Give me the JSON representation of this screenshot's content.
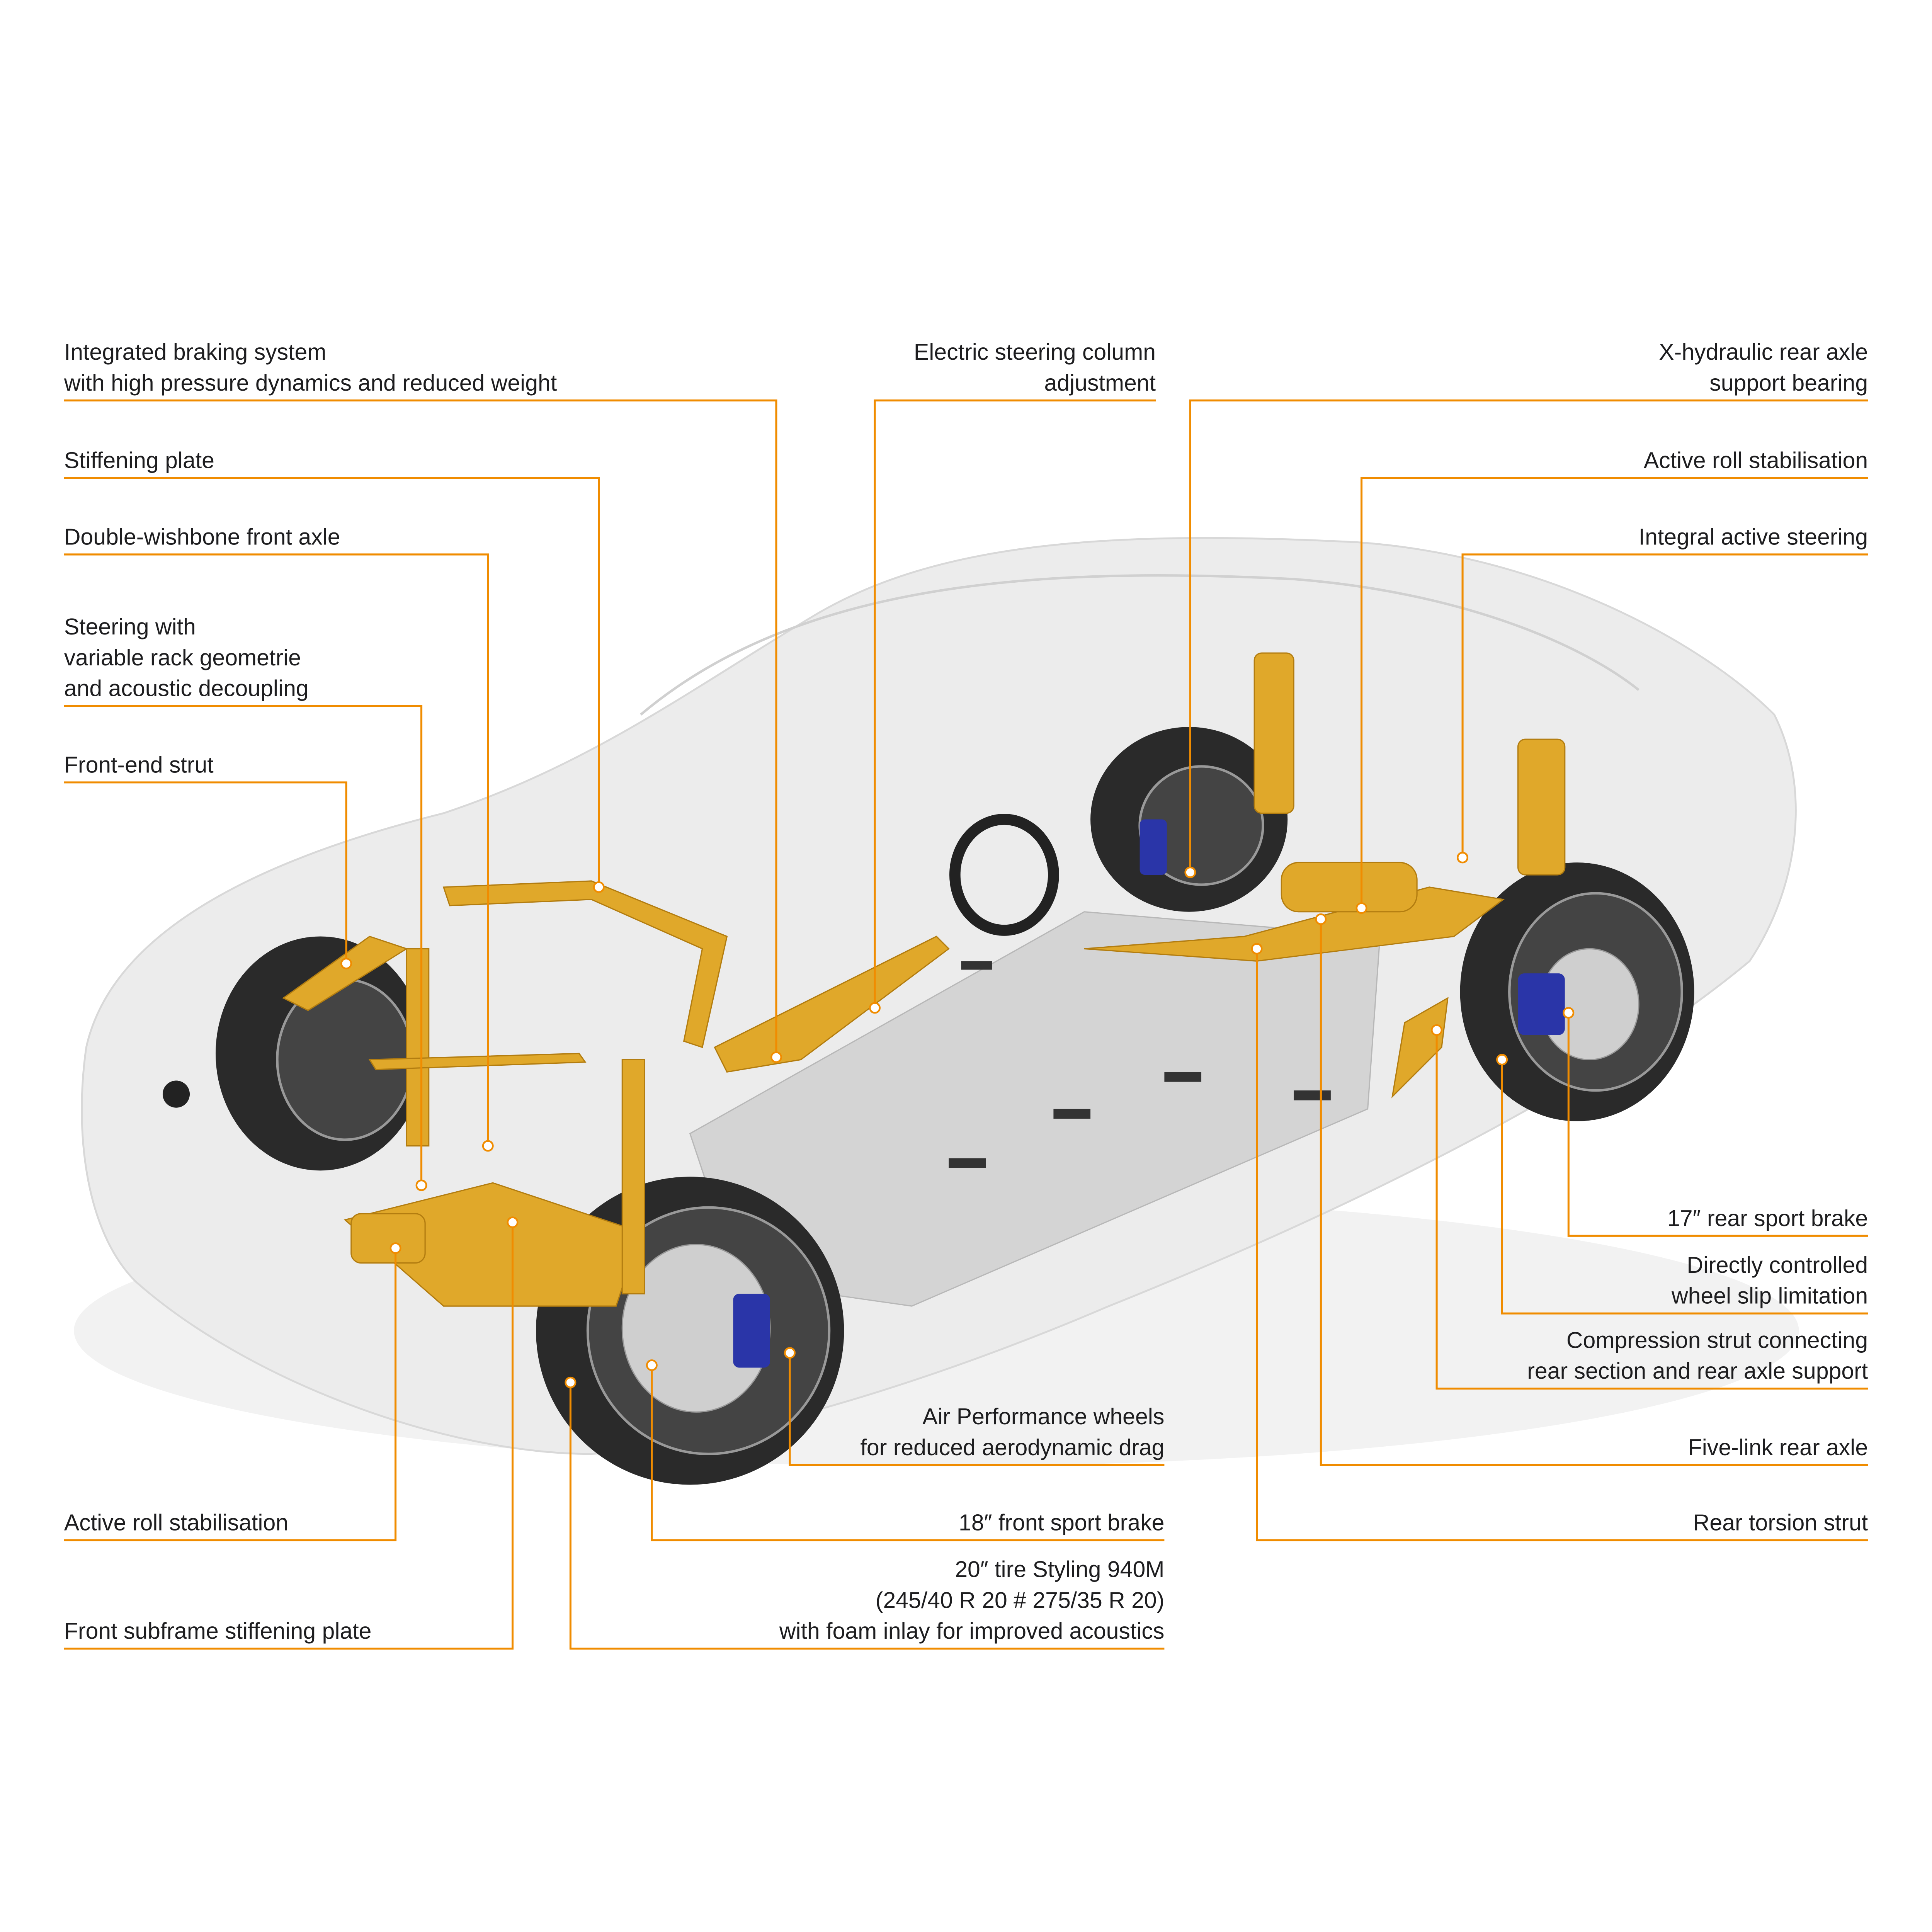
{
  "colors": {
    "leader": "#f08c00",
    "text": "#1d1d1f",
    "component": "#e0a82a",
    "caliper": "#2a35a8"
  },
  "labels": {
    "integrated_braking": [
      "Integrated braking system",
      "with high pressure dynamics and reduced weight"
    ],
    "stiffening_plate": [
      "Stiffening plate"
    ],
    "double_wishbone": [
      "Double-wishbone front axle"
    ],
    "steering": [
      "Steering with",
      "variable rack geometrie",
      "and acoustic decoupling"
    ],
    "front_end_strut": [
      "Front-end strut"
    ],
    "active_roll_front": [
      "Active roll stabilisation"
    ],
    "front_subframe": [
      "Front subframe stiffening plate"
    ],
    "electric_steering_column": [
      "Electric steering column",
      "adjustment"
    ],
    "air_performance_wheels": [
      "Air Performance wheels",
      "for reduced aerodynamic drag"
    ],
    "front_sport_brake": [
      "18″ front sport brake"
    ],
    "tire": [
      "20″ tire Styling 940M",
      "(245/40 R 20 # 275/35 R 20)",
      "with foam inlay for improved acoustics"
    ],
    "x_hydraulic": [
      "X-hydraulic rear axle",
      "support bearing"
    ],
    "active_roll_rear": [
      "Active roll stabilisation"
    ],
    "integral_active_steering": [
      "Integral active steering"
    ],
    "rear_sport_brake": [
      "17″ rear sport brake"
    ],
    "wheel_slip": [
      "Directly controlled",
      "wheel slip limitation"
    ],
    "compression_strut": [
      "Compression strut connecting",
      "rear section and rear axle support"
    ],
    "five_link": [
      "Five-link rear axle"
    ],
    "rear_torsion_strut": [
      "Rear torsion strut"
    ]
  }
}
